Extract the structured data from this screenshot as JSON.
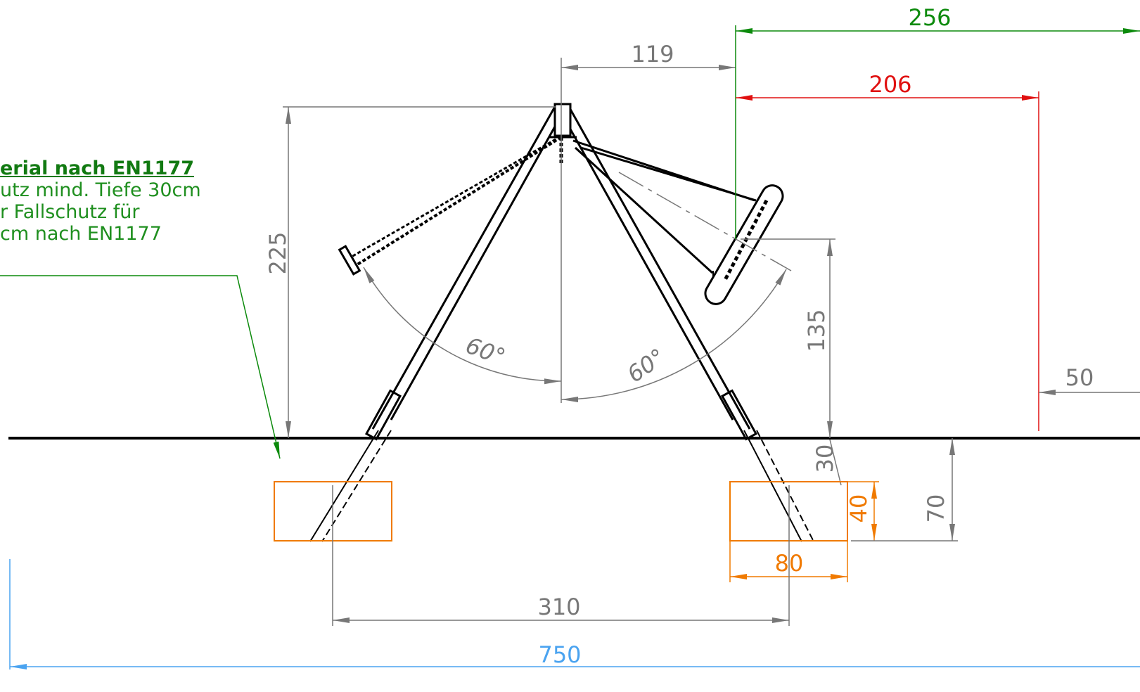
{
  "note": {
    "heading": "erial nach EN1177",
    "lines": [
      "utz mind. Tiefe 30cm",
      "r Fallschutz für",
      "cm nach EN1177"
    ]
  },
  "dimensions": {
    "top_green": "256",
    "apex_offset": "119",
    "red_clearance": "206",
    "height_left": "225",
    "seat_height": "135",
    "side_clearance": "50",
    "surface_depth": "30",
    "foundation_height": "40",
    "foundation_depth": "70",
    "foundation_width": "80",
    "leg_spacing": "310",
    "total_length": "750"
  },
  "angles": {
    "left": "60°",
    "right": "60°"
  },
  "colors": {
    "structure": "#000000",
    "dimension": "#777777",
    "green": "#0c8a0c",
    "red": "#e01010",
    "orange": "#f07a00",
    "blue": "#4aa3f0"
  }
}
